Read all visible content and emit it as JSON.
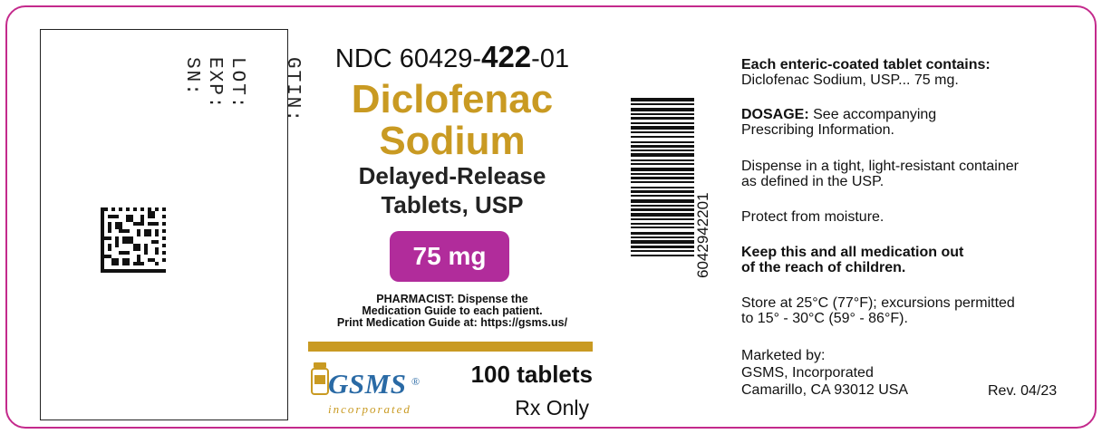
{
  "imprint": {
    "gtin": "GTIN:",
    "lot": "LOT:",
    "exp": "EXP:",
    "sn": "SN:"
  },
  "product": {
    "ndc_prefix": "NDC 60429-",
    "ndc_bold": "422",
    "ndc_suffix": "-01",
    "name_line1": "Diclofenac",
    "name_line2": "Sodium",
    "form_line1": "Delayed-Release",
    "form_line2": "Tablets, USP",
    "strength": "75 mg",
    "pharmacist_line1": "PHARMACIST: Dispense the",
    "pharmacist_line2": "Medication Guide to each patient.",
    "pharmacist_line3": "Print Medication Guide at: https://gsms.us/",
    "count": "100 tablets",
    "rx": "Rx Only"
  },
  "logo": {
    "word": "GSMS",
    "reg": "®",
    "sub": "incorporated"
  },
  "barcode": {
    "number": "6042942201"
  },
  "info": {
    "contains_heading": "Each enteric-coated tablet contains:",
    "contains_text": "Diclofenac Sodium, USP... 75 mg.",
    "dosage_label": "DOSAGE:",
    "dosage_text_1": " See accompanying",
    "dosage_text_2": "Prescribing Information.",
    "dispense_1": "Dispense in a tight, light-resistant container",
    "dispense_2": "as defined in the USP.",
    "protect": "Protect from moisture.",
    "keep_1": "Keep this and all medication out",
    "keep_2": "of the reach of children.",
    "store_1": "Store at 25°C (77°F); excursions permitted",
    "store_2": "to 15° - 30°C (59° - 86°F).",
    "marketed_1": "Marketed by:",
    "marketed_2": "GSMS, Incorporated",
    "marketed_3": "Camarillo, CA 93012 USA",
    "rev": "Rev. 04/23"
  },
  "colors": {
    "frame": "#c42a8c",
    "gold": "#c99a22",
    "badge": "#b12c9b",
    "logo_blue": "#2a6aa5"
  }
}
